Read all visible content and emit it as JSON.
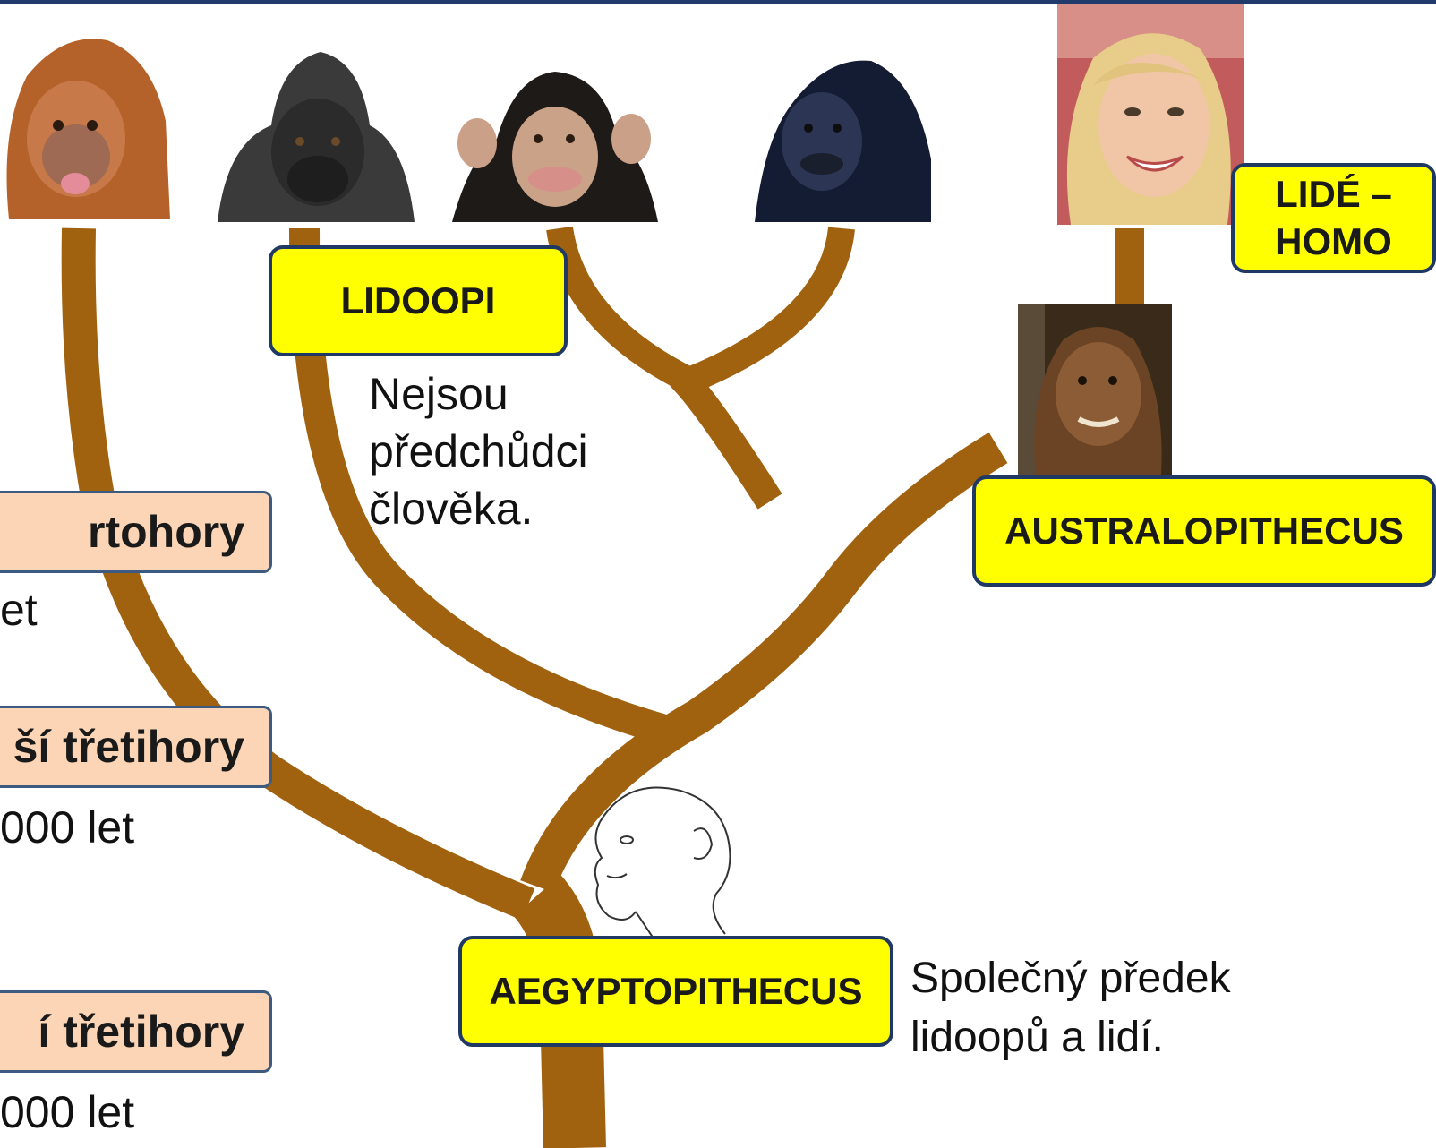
{
  "colors": {
    "branch": "#a0620f",
    "label_box_fill": "#ffff00",
    "label_box_border": "#1f3864",
    "period_box_fill": "#fbd5b5",
    "period_box_border": "#3d5a80",
    "top_bar": "#1f3a6b"
  },
  "photos": [
    {
      "name": "orangutan-photo",
      "subject": "orangutan"
    },
    {
      "name": "gorilla-photo",
      "subject": "gorilla"
    },
    {
      "name": "chimpanzee-photo",
      "subject": "chimpanzee"
    },
    {
      "name": "bonobo-photo",
      "subject": "bonobo"
    },
    {
      "name": "human-photo",
      "subject": "human woman"
    },
    {
      "name": "australopithecus-photo",
      "subject": "australopithecus reconstruction"
    },
    {
      "name": "aegyptopithecus-sketch",
      "subject": "aegyptopithecus line drawing"
    }
  ],
  "labels": {
    "lidoopi": "LIDOOPI",
    "lide_homo": "LIDÉ –\nHOMO",
    "australopithecus": "AUSTRALOPITHECUS",
    "aegyptopithecus": "AEGYPTOPITHECUS"
  },
  "notes": {
    "lidoopi_note": "Nejsou\npředchůdci\nčlověka.",
    "aegyptopithecus_note": "Společný předek\nlidoopů a lidí."
  },
  "periods": [
    {
      "label": "rtohory",
      "sub": "et"
    },
    {
      "label": "ší třetihory",
      "sub": "000 let"
    },
    {
      "label": "í třetihory",
      "sub": "000 let"
    }
  ]
}
